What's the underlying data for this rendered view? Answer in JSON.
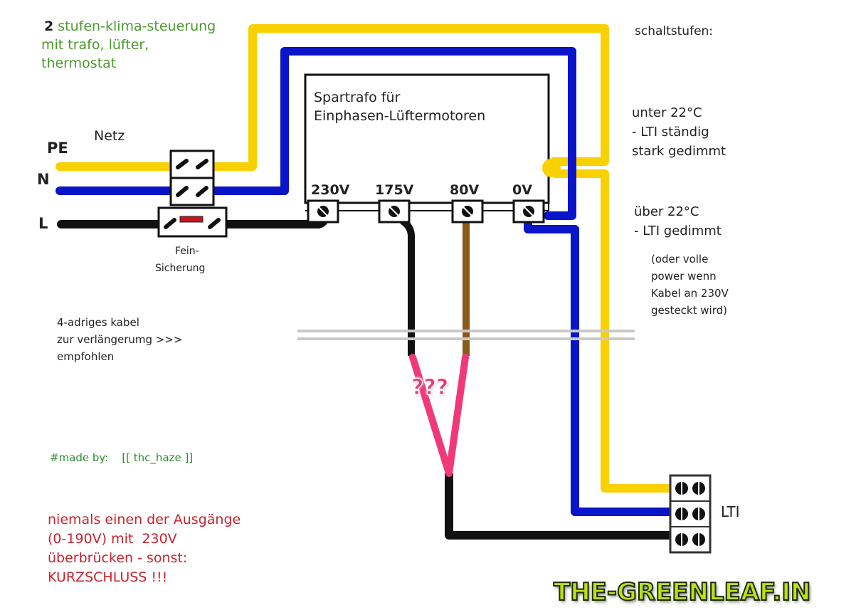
{
  "title": {
    "number": "2",
    "line1": "stufen-klima-steuerung",
    "line2": "mit trafo, lüfter,",
    "line3": "thermostat"
  },
  "mains": {
    "label": "Netz",
    "pe": "PE",
    "n": "N",
    "l": "L",
    "fuse_line1": "Fein-",
    "fuse_line2": "Sicherung"
  },
  "transformer": {
    "line1": "Spartrafo für",
    "line2": "Einphasen-Lüftermotoren",
    "taps": [
      "230V",
      "175V",
      "80V",
      "0V"
    ]
  },
  "switching": {
    "heading": "schaltstufen:",
    "below_line1": "unter 22°C",
    "below_line2": "- LTI ständig",
    "below_line3": "stark gedimmt",
    "above_line1": "über 22°C",
    "above_line2": "- LTI gedimmt",
    "note_line1": "(oder volle",
    "note_line2": "power wenn",
    "note_line3": "Kabel an 230V",
    "note_line4": "gesteckt wird)"
  },
  "cable_note": {
    "line1": "4-adriges kabel",
    "line2": "zur verlängerumg >>>",
    "line3": "empfohlen"
  },
  "question_marks": "???",
  "credit": "#made by:    [[ thc_haze ]]",
  "warning": {
    "line1": "niemals einen der Ausgänge",
    "line2": "(0-190V) mit  230V",
    "line3": "überbrücken - sonst:",
    "line4": "KURZSCHLUSS !!!"
  },
  "fan_label": "LTI",
  "logo": "THE-GREENLEAF.IN",
  "colors": {
    "pe_wire": "#f9d000",
    "n_wire": "#0a14c8",
    "l_wire": "#111111",
    "tap_80v_wire": "#8a5a1c",
    "bridge": "#f03a78",
    "fuse": "#c8141e"
  }
}
